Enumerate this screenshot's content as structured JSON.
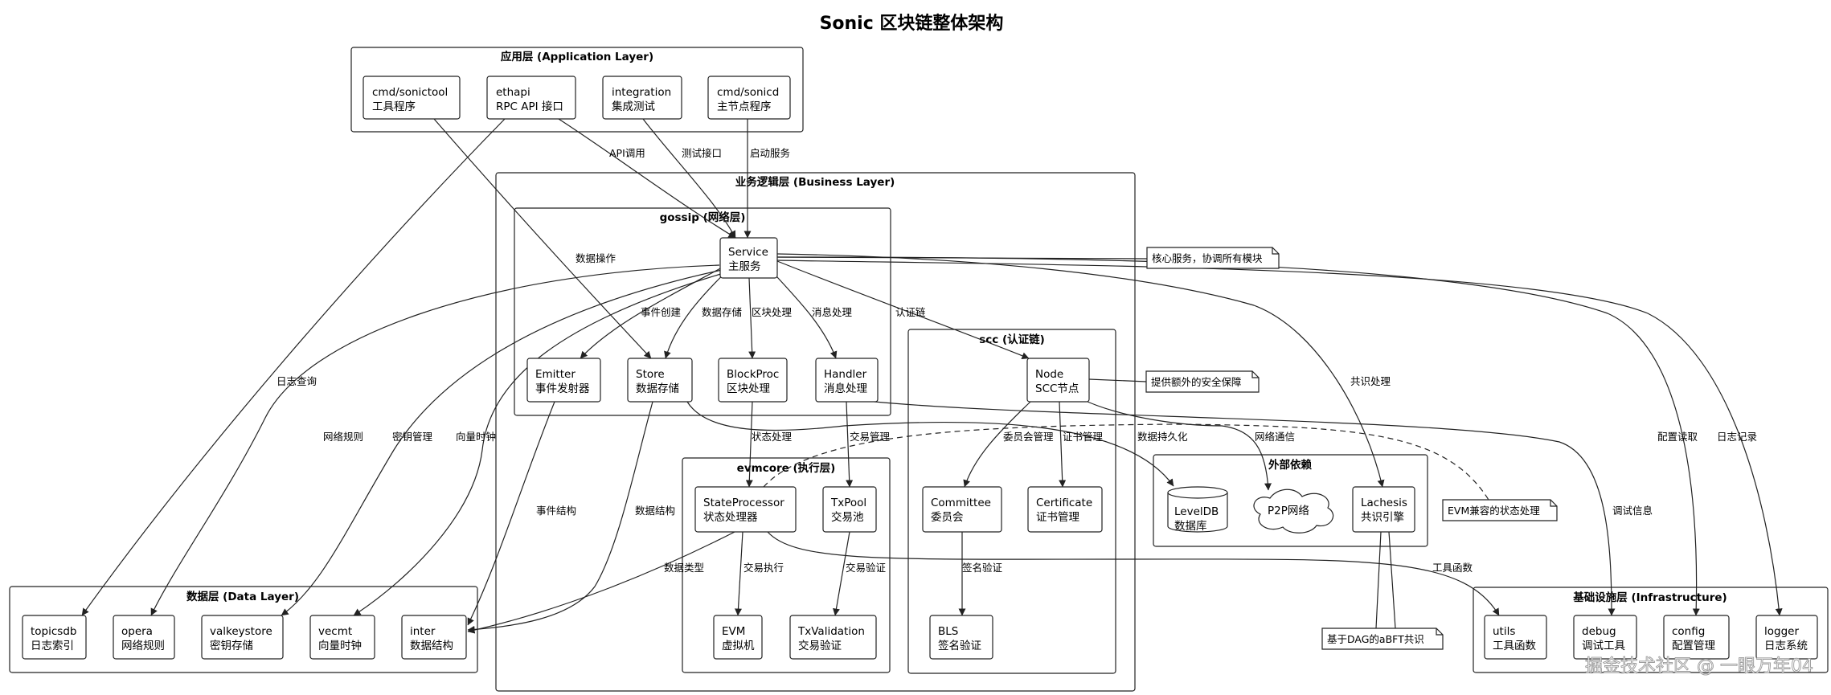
{
  "title": "Sonic 区块链整体架构",
  "groups": {
    "application": "应用层 (Application Layer)",
    "business": "业务逻辑层 (Business Layer)",
    "gossip": "gossip (网络层)",
    "scc": "scc (认证链)",
    "evmcore": "evmcore (执行层)",
    "external": "外部依赖",
    "data": "数据层 (Data Layer)",
    "infra": "基础设施层 (Infrastructure)"
  },
  "nodes": {
    "sonictool": [
      "cmd/sonictool",
      "工具程序"
    ],
    "ethapi": [
      "ethapi",
      "RPC API 接口"
    ],
    "integration": [
      "integration",
      "集成测试"
    ],
    "sonicd": [
      "cmd/sonicd",
      "主节点程序"
    ],
    "service": [
      "Service",
      "主服务"
    ],
    "emitter": [
      "Emitter",
      "事件发射器"
    ],
    "store": [
      "Store",
      "数据存储"
    ],
    "blockproc": [
      "BlockProc",
      "区块处理"
    ],
    "handler": [
      "Handler",
      "消息处理"
    ],
    "stateprocessor": [
      "StateProcessor",
      "状态处理器"
    ],
    "txpool": [
      "TxPool",
      "交易池"
    ],
    "evm": [
      "EVM",
      "虚拟机"
    ],
    "txvalidation": [
      "TxValidation",
      "交易验证"
    ],
    "node": [
      "Node",
      "SCC节点"
    ],
    "committee": [
      "Committee",
      "委员会"
    ],
    "certificate": [
      "Certificate",
      "证书管理"
    ],
    "bls": [
      "BLS",
      "签名验证"
    ],
    "leveldb": [
      "LevelDB",
      "数据库"
    ],
    "p2p": [
      "P2P网络"
    ],
    "lachesis": [
      "Lachesis",
      "共识引擎"
    ],
    "topicsdb": [
      "topicsdb",
      "日志索引"
    ],
    "opera": [
      "opera",
      "网络规则"
    ],
    "valkeystore": [
      "valkeystore",
      "密钥存储"
    ],
    "vecmt": [
      "vecmt",
      "向量时钟"
    ],
    "inter": [
      "inter",
      "数据结构"
    ],
    "utils": [
      "utils",
      "工具函数"
    ],
    "debug": [
      "debug",
      "调试工具"
    ],
    "config": [
      "config",
      "配置管理"
    ],
    "logger": [
      "logger",
      "日志系统"
    ]
  },
  "edge_labels": {
    "api_call": "API调用",
    "test_iface": "测试接口",
    "start_service": "启动服务",
    "data_op": "数据操作",
    "log_query": "日志查询",
    "event_create": "事件创建",
    "data_store": "数据存储",
    "block_proc": "区块处理",
    "msg_proc": "消息处理",
    "auth_chain": "认证链",
    "consensus": "共识处理",
    "config_read": "配置读取",
    "log_record": "日志记录",
    "net_rules": "网络规则",
    "key_mgmt": "密钥管理",
    "vector_clock": "向量时钟",
    "state_proc": "状态处理",
    "tx_mgmt": "交易管理",
    "committee_mgmt": "委员会管理",
    "cert_mgmt": "证书管理",
    "persist": "数据持久化",
    "net_comm": "网络通信",
    "debug_info": "调试信息",
    "event_struct": "事件结构",
    "data_struct": "数据结构",
    "data_type": "数据类型",
    "tx_exec": "交易执行",
    "tx_verify": "交易验证",
    "sig_verify": "签名验证",
    "tool_func": "工具函数"
  },
  "notes": {
    "core": "核心服务，协调所有模块",
    "security": "提供额外的安全保障",
    "evm_compat": "EVM兼容的状态处理",
    "abft": "基于DAG的aBFT共识"
  },
  "watermark": "掘金技术社区 @ 一眼万年04"
}
